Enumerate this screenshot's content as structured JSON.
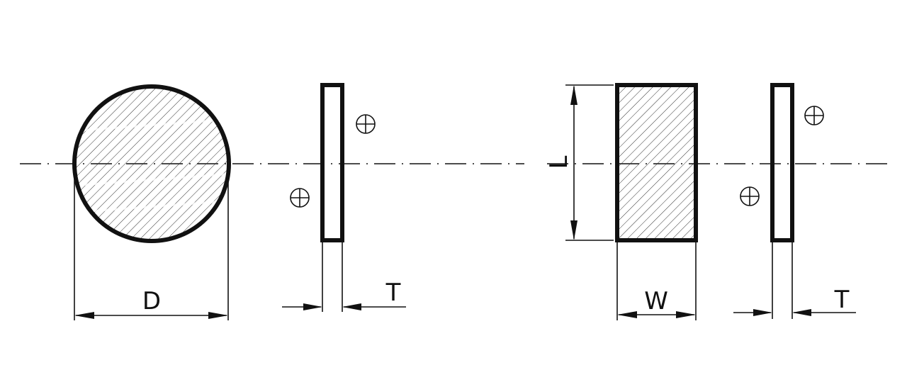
{
  "labels": {
    "diameter": "D",
    "thickness_disc": "T",
    "width": "W",
    "length": "L",
    "thickness_rect": "T"
  },
  "symbols": {
    "electrode_symbol": "⊕"
  },
  "colors": {
    "line": "#111111",
    "background": "#ffffff"
  }
}
